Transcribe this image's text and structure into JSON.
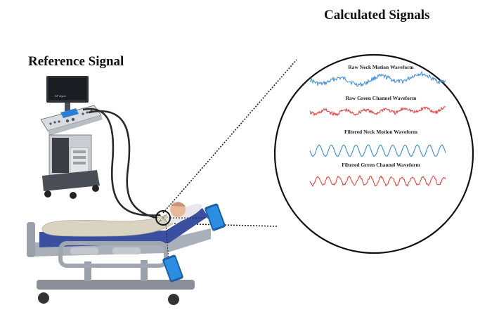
{
  "titles": {
    "calculated": "Calculated Signals",
    "reference": "Reference Signal"
  },
  "monitor_screen_text": "SP Dyne",
  "waveforms": [
    {
      "label": "Raw Neck Motion Waveform",
      "color": "#3a8ad6",
      "kind": "raw-neck"
    },
    {
      "label": "Raw Green Channel Waveform",
      "color": "#e03a3a",
      "kind": "raw-green"
    },
    {
      "label": "Filtered Neck Motion Waveform",
      "color": "#3a8ad6",
      "kind": "filtered-neck"
    },
    {
      "label": "Filtered Green Channel Waveform",
      "color": "#e03a3a",
      "kind": "filtered-green"
    }
  ],
  "colors": {
    "waveform_blue": "#3a8ad6",
    "waveform_red": "#e03a3a",
    "phone_blue": "#2b8ee0",
    "mattress": "#3b4fa0",
    "bed_frame": "#8a8f9a"
  }
}
